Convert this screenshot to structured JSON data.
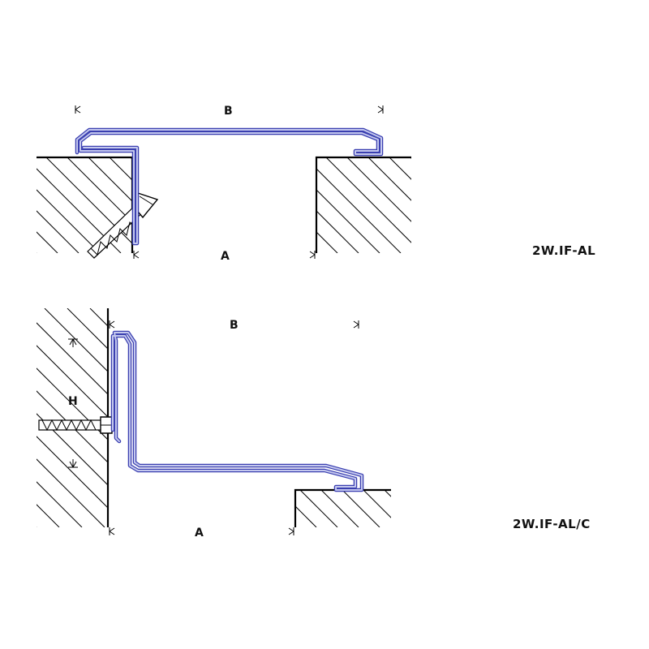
{
  "colors": {
    "profile_outline": "#3a3fb0",
    "profile_fill": "#c4c8ee",
    "line": "#000000",
    "background": "#ffffff"
  },
  "details": [
    {
      "code": "2W.IF-AL",
      "dim_width": "B",
      "dim_gap": "A"
    },
    {
      "code": "2W.IF-AL/C",
      "dim_width": "B",
      "dim_gap": "A",
      "dim_height": "H"
    }
  ]
}
